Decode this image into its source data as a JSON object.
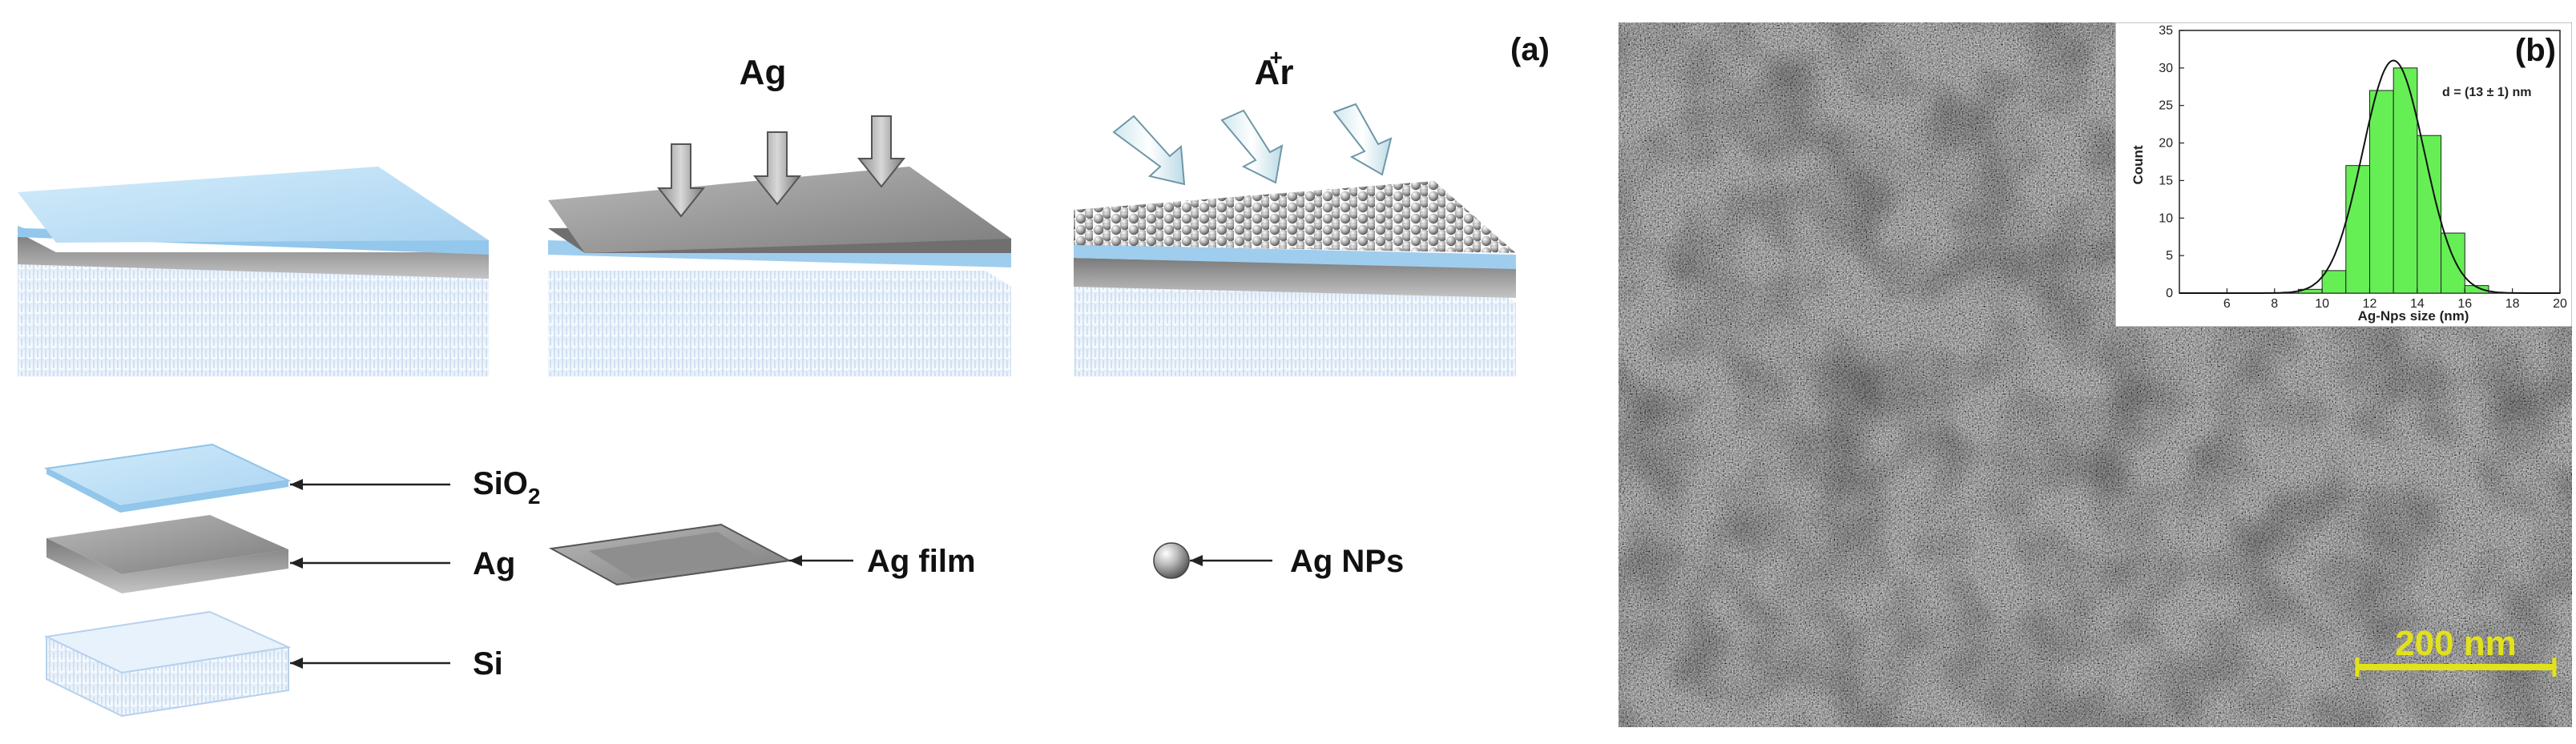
{
  "panel_a": {
    "label": "(a)",
    "step2_title": "Ag",
    "step3_title_base": "Ar",
    "step3_title_sup": "+",
    "legend": {
      "sio2_base": "SiO",
      "sio2_sub": "2",
      "ag": "Ag",
      "si": "Si",
      "ag_film": "Ag film",
      "ag_nps": "Ag NPs"
    },
    "colors": {
      "sio2": "#bfe0f6",
      "ag": "#9a9a9a",
      "si": "#dce9f7"
    }
  },
  "panel_b": {
    "label": "(b)",
    "scale_bar": "200 nm",
    "scale_bar_color": "#e2e21a",
    "inset": {
      "annotation": "d = (13 ± 1) nm",
      "bar_color": "#66ee55"
    }
  },
  "chart_data": {
    "type": "bar",
    "xlabel": "Ag-Nps size (nm)",
    "ylabel": "Count",
    "xlim": [
      4,
      20
    ],
    "ylim": [
      0,
      35
    ],
    "xticks": [
      6,
      8,
      10,
      12,
      14,
      16,
      18,
      20
    ],
    "yticks": [
      0,
      5,
      10,
      15,
      20,
      25,
      30,
      35
    ],
    "bin_width": 1,
    "bins": [
      {
        "x": 9.5,
        "count": 0.5
      },
      {
        "x": 10.5,
        "count": 3
      },
      {
        "x": 11.5,
        "count": 17
      },
      {
        "x": 12.5,
        "count": 27
      },
      {
        "x": 13.5,
        "count": 30
      },
      {
        "x": 14.5,
        "count": 21
      },
      {
        "x": 15.5,
        "count": 8
      },
      {
        "x": 16.5,
        "count": 1
      }
    ],
    "fit": {
      "type": "gaussian",
      "center": 13,
      "sigma": 1.3,
      "amplitude": 31
    },
    "legend": "none",
    "grid": false
  }
}
